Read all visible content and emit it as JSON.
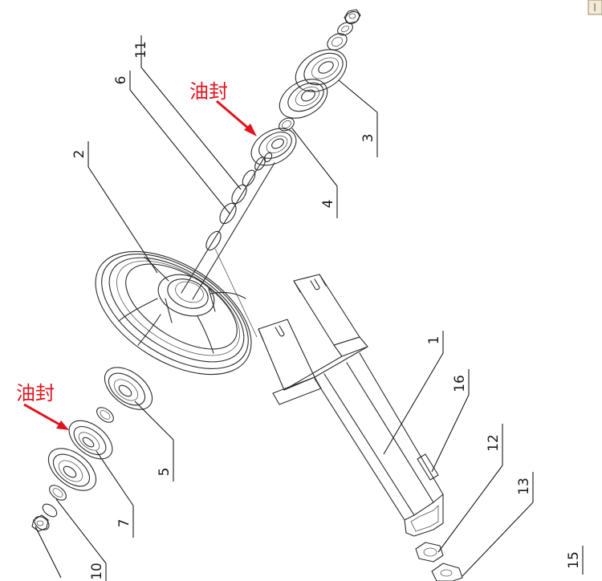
{
  "annotations": {
    "oil_seal_top": "油封",
    "oil_seal_bottom": "油封"
  },
  "part_labels": {
    "p1": "1",
    "p2": "2",
    "p3": "3",
    "p4": "4",
    "p5": "5",
    "p6": "6",
    "p7": "7",
    "p10": "10",
    "p11": "11",
    "p12": "12",
    "p13": "13",
    "p15": "15",
    "p16": "16"
  },
  "colors": {
    "annotation": "#e0141e",
    "line": "#2b2b2b"
  }
}
